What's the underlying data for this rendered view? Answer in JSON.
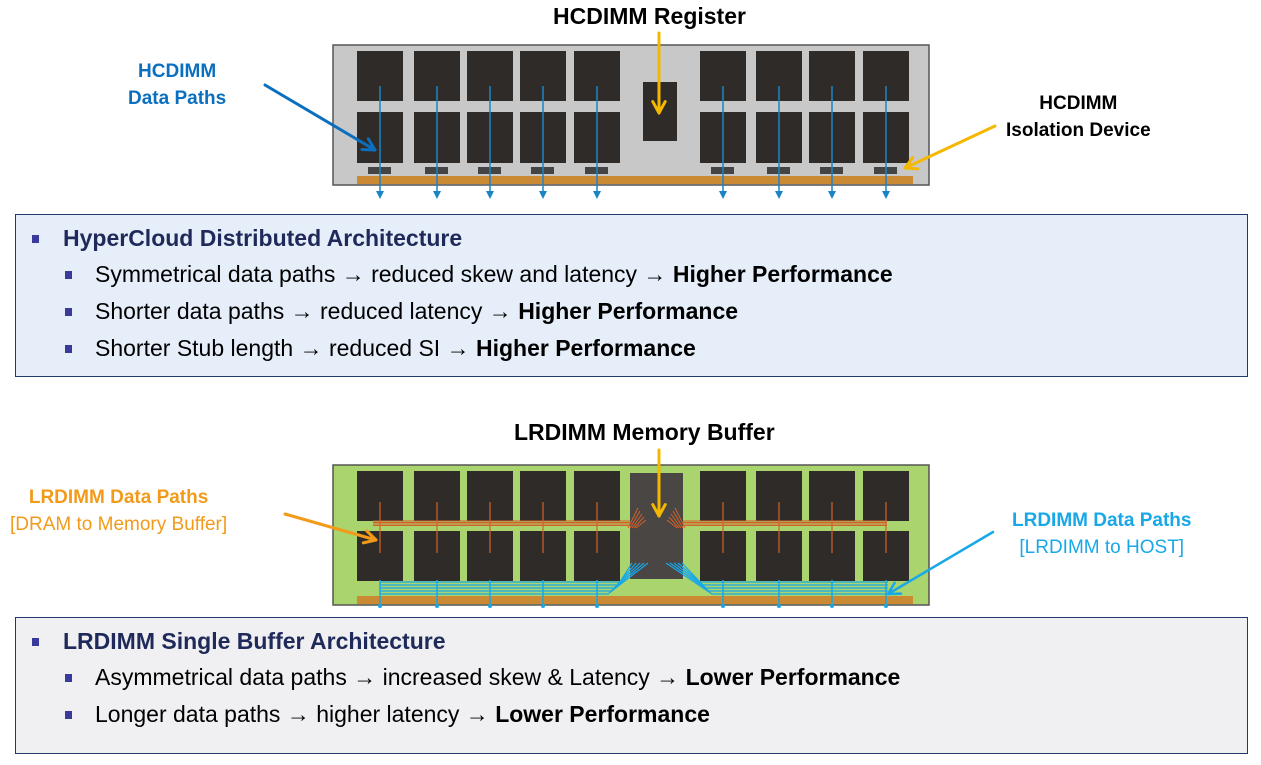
{
  "hcdimm": {
    "register_label": "HCDIMM Register",
    "data_paths_label": [
      "HCDIMM",
      "Data Paths"
    ],
    "isolation_label": [
      "HCDIMM",
      "Isolation Device"
    ],
    "panel": {
      "heading": "HyperCloud Distributed Architecture",
      "items": [
        {
          "text": "Symmetrical data paths → reduced skew and latency → ",
          "emphasis": "Higher Performance"
        },
        {
          "text": "Shorter data paths → reduced latency → ",
          "emphasis": "Higher Performance"
        },
        {
          "text": "Shorter Stub length → reduced SI → ",
          "emphasis": "Higher Performance"
        }
      ]
    }
  },
  "lrdimm": {
    "buffer_label": "LRDIMM Memory Buffer",
    "dram_paths_label": {
      "title": "LRDIMM Data Paths",
      "sub": "[DRAM to Memory Buffer]"
    },
    "host_paths_label": {
      "title": "LRDIMM Data Paths",
      "sub": "[LRDIMM to HOST]"
    },
    "panel": {
      "heading": "LRDIMM Single Buffer Architecture",
      "items": [
        {
          "text": "Asymmetrical data paths → increased skew & Latency → ",
          "emphasis": "Lower Performance"
        },
        {
          "text": "Longer data paths → higher latency → ",
          "emphasis": "Lower Performance"
        }
      ]
    }
  },
  "colors": {
    "hc_blue": "#0b6fc0",
    "arrow_yellow": "#f5b800",
    "lr_orange": "#f29a1a",
    "lr_cyan": "#18a8e8",
    "pcb_gray": "#c8c8c8",
    "pcb_green": "#a9d46e",
    "chip": "#2f2b28",
    "gold": "#c98a33"
  }
}
